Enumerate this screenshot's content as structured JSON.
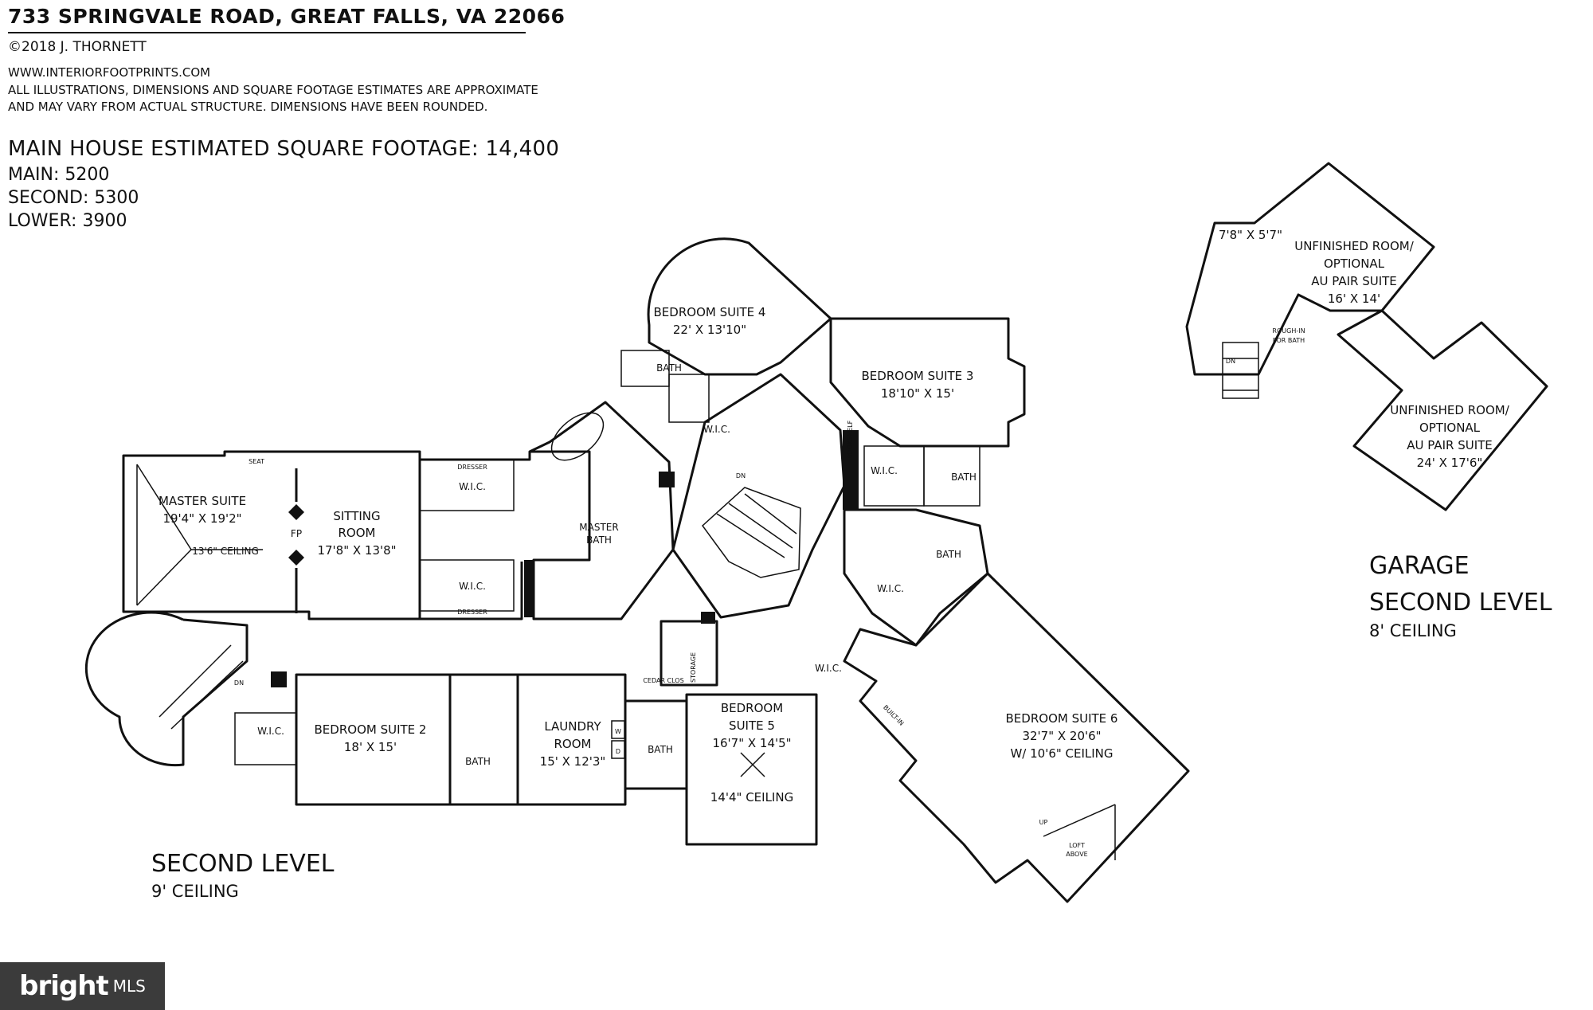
{
  "header": {
    "address": "733 SPRINGVALE ROAD, GREAT FALLS, VA 22066",
    "copyright": "©2018 J. THORNETT",
    "website": "WWW.INTERIORFOOTPRINTS.COM",
    "disclaimer_line1": "ALL ILLUSTRATIONS, DIMENSIONS AND SQUARE FOOTAGE ESTIMATES ARE APPROXIMATE",
    "disclaimer_line2": "AND MAY VARY FROM ACTUAL STRUCTURE. DIMENSIONS HAVE BEEN ROUNDED."
  },
  "square_footage": {
    "title": "MAIN HOUSE ESTIMATED SQUARE FOOTAGE: 14,400",
    "main": "MAIN: 5200",
    "second": "SECOND: 5300",
    "lower": "LOWER: 3900"
  },
  "main_plan": {
    "level_title": "SECOND LEVEL",
    "ceiling": "9' CEILING",
    "rooms": {
      "master_suite": {
        "name": "MASTER SUITE",
        "dims": "19'4\" X 19'2\"",
        "note": "13'6\" CEILING"
      },
      "sitting_room": {
        "name1": "SITTING",
        "name2": "ROOM",
        "dims": "17'8\" X 13'8\""
      },
      "bedroom4": {
        "name": "BEDROOM SUITE 4",
        "dims": "22' X 13'10\""
      },
      "bedroom3": {
        "name": "BEDROOM SUITE 3",
        "dims": "18'10\" X 15'"
      },
      "bedroom2": {
        "name": "BEDROOM SUITE 2",
        "dims": "18' X 15'"
      },
      "laundry": {
        "name1": "LAUNDRY",
        "name2": "ROOM",
        "dims": "15' X 12'3\""
      },
      "bedroom5": {
        "name1": "BEDROOM",
        "name2": "SUITE 5",
        "dims": "16'7\" X 14'5\"",
        "note": "14'4\" CEILING"
      },
      "bedroom6": {
        "name": "BEDROOM SUITE 6",
        "dims": "32'7\" X 20'6\"",
        "note": "W/ 10'6\" CEILING"
      },
      "master_bath": {
        "name1": "MASTER",
        "name2": "BATH"
      }
    },
    "small_labels": {
      "bath": "BATH",
      "wic": "W.I.C.",
      "dresser": "DRESSER",
      "seat": "SEAT",
      "fp": "FP",
      "dn": "DN",
      "up": "UP",
      "storage": "STORAGE",
      "cedar": "CEDAR CLOS",
      "built_in": "BUILT-IN",
      "bookshelf": "BOOKSHELF",
      "loft1": "LOFT",
      "loft2": "ABOVE",
      "w": "W",
      "d": "D"
    }
  },
  "garage_plan": {
    "title_line1": "GARAGE",
    "title_line2": "SECOND LEVEL",
    "ceiling": "8' CEILING",
    "rooms": {
      "small": {
        "dims": "7'8\" X 5'7\""
      },
      "upper": {
        "line1": "UNFINISHED ROOM/",
        "line2": "OPTIONAL",
        "line3": "AU PAIR SUITE",
        "dims": "16' X 14'"
      },
      "lower": {
        "line1": "UNFINISHED ROOM/",
        "line2": "OPTIONAL",
        "line3": "AU PAIR SUITE",
        "dims": "24' X 17'6\""
      },
      "rough_in_1": "ROUGH-IN",
      "rough_in_2": "FOR BATH",
      "dn": "DN"
    }
  },
  "badge": {
    "brand": "bright",
    "suffix": "MLS",
    "bg_color": "#3b3b3b"
  }
}
